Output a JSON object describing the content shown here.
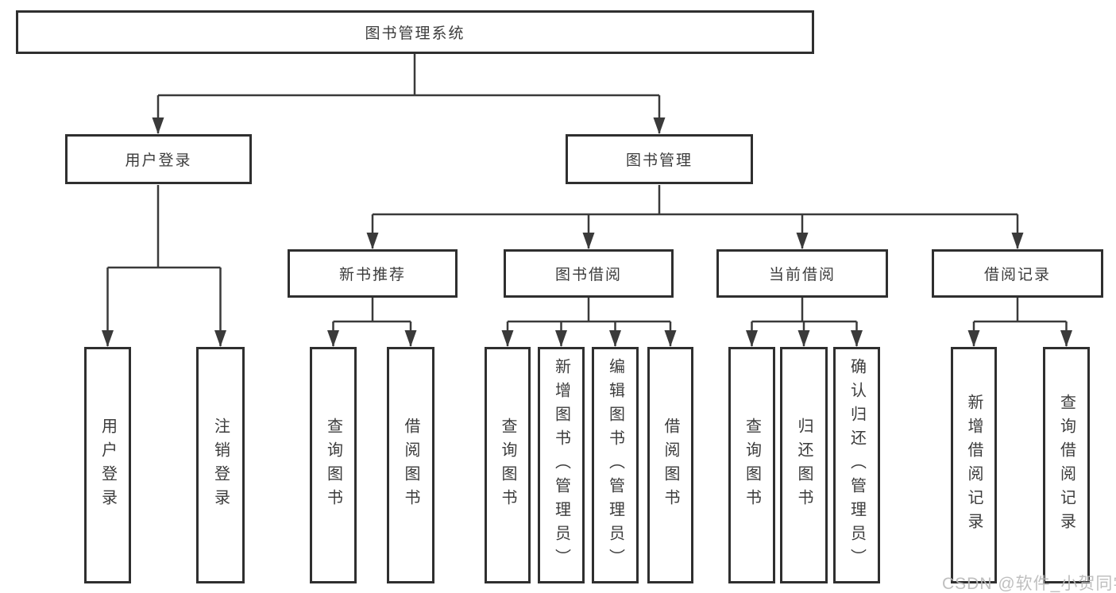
{
  "tree": {
    "label": "图书管理系统",
    "children": [
      {
        "label": "用户登录",
        "children": [
          {
            "label": "用户登录"
          },
          {
            "label": "注销登录"
          }
        ]
      },
      {
        "label": "图书管理",
        "children": [
          {
            "label": "新书推荐",
            "children": [
              {
                "label": "查询图书"
              },
              {
                "label": "借阅图书"
              }
            ]
          },
          {
            "label": "图书借阅",
            "children": [
              {
                "label": "查询图书"
              },
              {
                "label": "新增图书（管理员）"
              },
              {
                "label": "编辑图书（管理员）"
              },
              {
                "label": "借阅图书"
              }
            ]
          },
          {
            "label": "当前借阅",
            "children": [
              {
                "label": "查询图书"
              },
              {
                "label": "归还图书"
              },
              {
                "label": "确认归还（管理员）"
              }
            ]
          },
          {
            "label": "借阅记录",
            "children": [
              {
                "label": "新增借阅记录"
              },
              {
                "label": "查询借阅记录"
              }
            ]
          }
        ]
      }
    ]
  },
  "watermark": {
    "text": "CSDN @软件_小贺同学"
  },
  "colors": {
    "line": "#3a3a3a",
    "border": "#2f2f2f",
    "text": "#3c3c3c",
    "watermark": "#bababa",
    "background": "#ffffff"
  }
}
